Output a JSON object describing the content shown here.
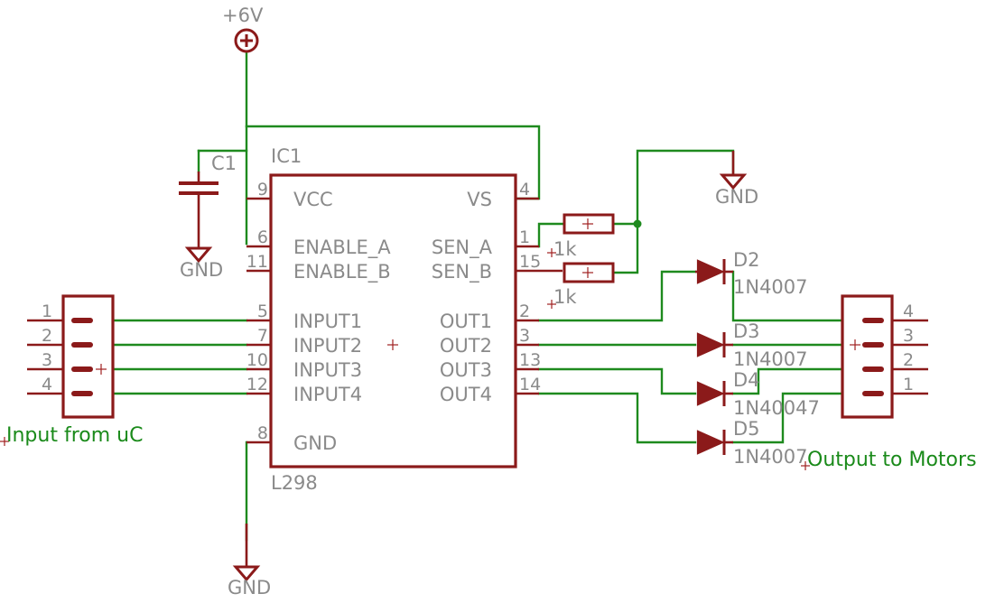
{
  "power": {
    "label": "+6V"
  },
  "gnd_label": "GND",
  "capacitor": {
    "name": "C1"
  },
  "ic": {
    "name": "IC1",
    "value": "L298",
    "left_pins": [
      {
        "num": "9",
        "label": "VCC"
      },
      {
        "num": "6",
        "label": "ENABLE_A"
      },
      {
        "num": "11",
        "label": "ENABLE_B"
      },
      {
        "num": "5",
        "label": "INPUT1"
      },
      {
        "num": "7",
        "label": "INPUT2"
      },
      {
        "num": "10",
        "label": "INPUT3"
      },
      {
        "num": "12",
        "label": "INPUT4"
      },
      {
        "num": "8",
        "label": "GND"
      }
    ],
    "right_pins": [
      {
        "num": "4",
        "label": "VS"
      },
      {
        "num": "1",
        "label": "SEN_A"
      },
      {
        "num": "15",
        "label": "SEN_B"
      },
      {
        "num": "2",
        "label": "OUT1"
      },
      {
        "num": "3",
        "label": "OUT2"
      },
      {
        "num": "13",
        "label": "OUT3"
      },
      {
        "num": "14",
        "label": "OUT4"
      }
    ]
  },
  "resistors": [
    {
      "value": "1k"
    },
    {
      "value": "1k"
    }
  ],
  "diodes": [
    {
      "name": "D2",
      "value": "1N4007"
    },
    {
      "name": "D3",
      "value": "1N4007"
    },
    {
      "name": "D4",
      "value": "1N40047"
    },
    {
      "name": "D5",
      "value": "1N4007"
    }
  ],
  "input_connector": {
    "label": "Input from uC",
    "pins": [
      "1",
      "2",
      "3",
      "4"
    ]
  },
  "output_connector": {
    "label": "Output to Motors",
    "pins": [
      "4",
      "3",
      "2",
      "1"
    ]
  }
}
